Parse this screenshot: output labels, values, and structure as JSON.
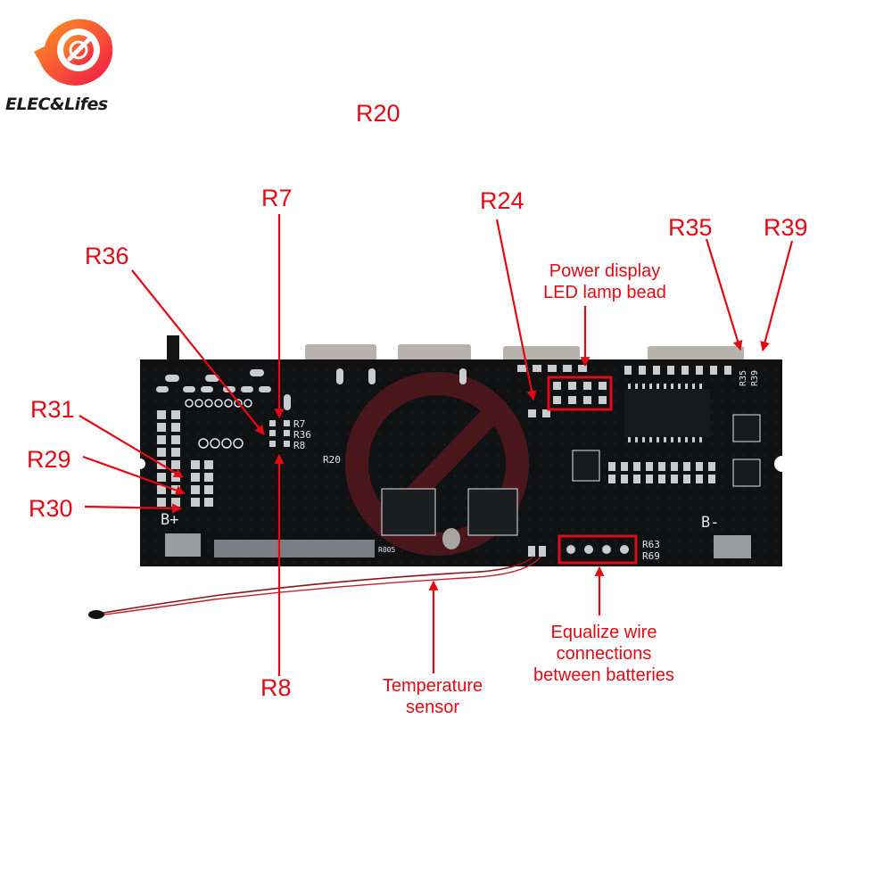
{
  "brand": {
    "name": "ELEC&Lifes",
    "logo_icon": "power-plug-logo-icon",
    "colors": {
      "logo_gradient_start": "#ff9a1f",
      "logo_gradient_end": "#f0154a",
      "text": "#1a1a1a"
    }
  },
  "annotation_color": "#e50914",
  "pcb_colors": {
    "board": "#101113",
    "silkscreen": "#dfe6ee",
    "pad": "#c9ccd0",
    "connector": "#b8b2ad"
  },
  "callouts": {
    "r20_header": "R20",
    "r7": "R7",
    "r24": "R24",
    "r35": "R35",
    "r39": "R39",
    "r36": "R36",
    "r31": "R31",
    "r29": "R29",
    "r30": "R30",
    "r8": "R8",
    "power_display": [
      "Power display",
      "LED lamp bead"
    ],
    "temperature_sensor": [
      "Temperature",
      "sensor"
    ],
    "equalize_wire": [
      "Equalize wire",
      "connections",
      "between batteries"
    ]
  },
  "board_silkscreen": {
    "r7": "R7",
    "r36": "R36",
    "r8": "R8",
    "r20": "R20",
    "b_plus": "B+",
    "b_minus": "B-",
    "r35": "R35",
    "r39": "R39",
    "r63": "R63",
    "r69": "R69",
    "r005": "R005"
  }
}
